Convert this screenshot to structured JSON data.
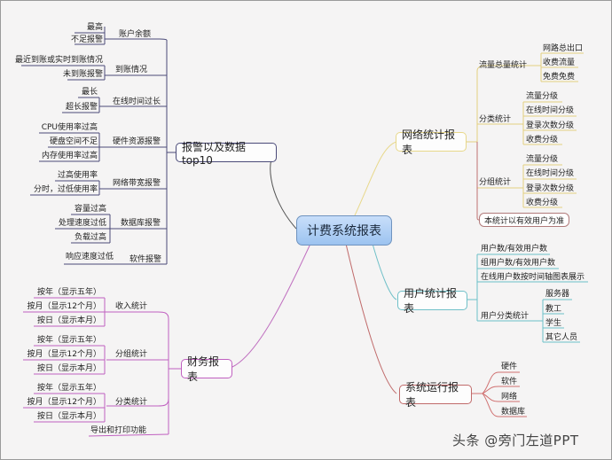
{
  "center": "计费系统报表",
  "branches": {
    "alarm": {
      "label": "报警以及数据top10",
      "color": "#3d3d6e",
      "children": [
        {
          "label": "账户余额",
          "items": [
            "最高",
            "不足报警"
          ]
        },
        {
          "label": "到账情况",
          "items": [
            "最近到账或实时到账情况",
            "未到账报警"
          ]
        },
        {
          "label": "在线时间过长",
          "items": [
            "最长",
            "超长报警"
          ]
        },
        {
          "label": "硬件资源报警",
          "items": [
            "CPU使用率过高",
            "硬盘空间不足",
            "内存使用率过高"
          ]
        },
        {
          "label": "网络带宽报警",
          "items": [
            "过高使用率",
            "分时，过低使用率"
          ]
        },
        {
          "label": "数据库报警",
          "items": [
            "容量过高",
            "处理速度过低",
            "负载过高"
          ]
        },
        {
          "label": "软件报警",
          "items": [
            "响应速度过低"
          ]
        }
      ]
    },
    "finance": {
      "label": "财务报表",
      "color": "#b044b0",
      "children": [
        {
          "label": "收入统计",
          "items": [
            "按年（显示五年）",
            "按月（显示12个月）",
            "按日（显示本月）"
          ]
        },
        {
          "label": "分组统计",
          "items": [
            "按年（显示五年）",
            "按月（显示12个月）",
            "按日（显示本月）"
          ]
        },
        {
          "label": "分类统计",
          "items": [
            "按年（显示五年）",
            "按月（显示12个月）",
            "按日（显示本月）"
          ]
        },
        {
          "label": "导出和打印功能",
          "items": []
        }
      ]
    },
    "network": {
      "label": "网络统计报表",
      "color": "#e8d27a",
      "children": [
        {
          "label": "流量总量统计",
          "items": [
            "网路总出口",
            "收费流量",
            "免费免费"
          ]
        },
        {
          "label": "分类统计",
          "items": [
            "流量分级",
            "在线时间分级",
            "登录次数分级",
            "收费分级"
          ]
        },
        {
          "label": "分组统计",
          "items": [
            "流量分级",
            "在线时间分级",
            "登录次数分级",
            "收费分级"
          ]
        }
      ],
      "note": "本统计以有效用户为准"
    },
    "users": {
      "label": "用户统计报表",
      "color": "#5fb8c4",
      "children": [
        {
          "label": "用户数/有效用户数",
          "items": []
        },
        {
          "label": "组用户数/有效用户数",
          "items": []
        },
        {
          "label": "在线用户数按时间轴图表展示",
          "items": []
        },
        {
          "label": "用户分类统计",
          "items": [
            "服务器",
            "教工",
            "学生",
            "其它人员"
          ]
        }
      ]
    },
    "system": {
      "label": "系统运行报表",
      "color": "#c05a5a",
      "children": [
        {
          "label": "硬件",
          "items": []
        },
        {
          "label": "软件",
          "items": []
        },
        {
          "label": "网络",
          "items": []
        },
        {
          "label": "数据库",
          "items": []
        }
      ]
    }
  },
  "watermark": "头条 @旁门左道PPT"
}
